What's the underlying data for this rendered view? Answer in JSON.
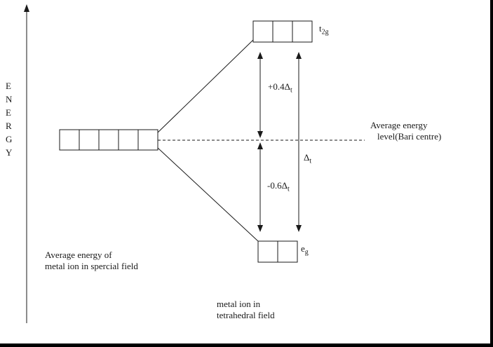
{
  "axis": {
    "energy_label": "E\nN\nE\nR\nG\nY"
  },
  "levels": {
    "t2g": {
      "base": "t",
      "sub": "2g"
    },
    "eg": {
      "base": "e",
      "sub": "g"
    }
  },
  "splits": {
    "upper": {
      "base": "+0.4Δ",
      "sub": "t"
    },
    "lower": {
      "base": "-0.6Δ",
      "sub": "t"
    },
    "total": {
      "base": "Δ",
      "sub": "t"
    }
  },
  "captions": {
    "baricentre_line1": "Average energy",
    "baricentre_line2": "level(Bari centre)",
    "left_line1": "Average energy of",
    "left_line2": "metal ion in spercial field",
    "bottom_line1": "metal ion in",
    "bottom_line2": "tetrahedral field"
  }
}
